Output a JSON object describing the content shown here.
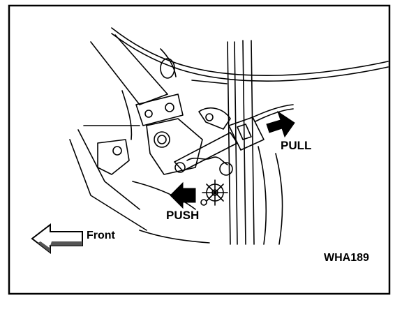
{
  "diagram": {
    "labels": {
      "pull": "PULL",
      "push": "PUSH",
      "front": "Front",
      "figure_code": "WHA189"
    },
    "icons": [
      "pull-arrow-icon",
      "push-arrow-icon",
      "front-arrow-icon"
    ],
    "colors": {
      "ink": "#000000",
      "background": "#ffffff"
    }
  }
}
